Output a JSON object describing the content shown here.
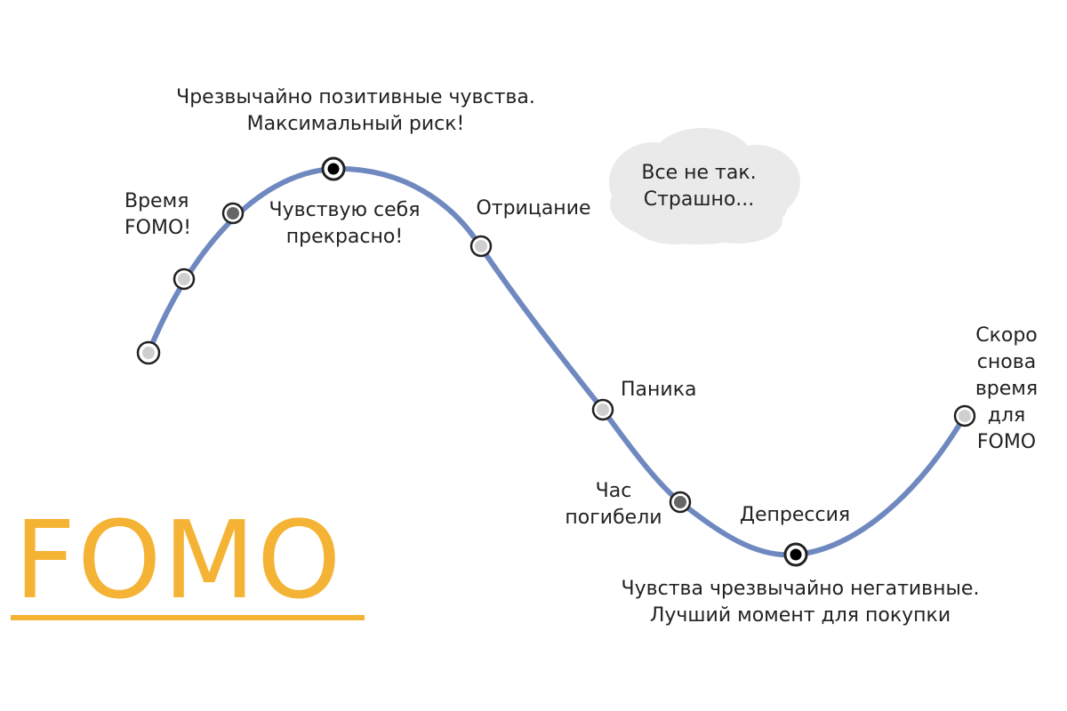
{
  "labels": {
    "peak_top": [
      "Чрезвычайно позитивные чувства.",
      "Максимальный риск!"
    ],
    "fomo_time": [
      "Время",
      "FOMO!"
    ],
    "feel_great": [
      "Чувствую себя",
      "прекрасно!"
    ],
    "denial": "Отрицание",
    "panic": "Паника",
    "doom": [
      "Час",
      "погибели"
    ],
    "depression": "Депрессия",
    "bottom": [
      "Чувства чрезвычайно негативные.",
      "Лучший момент для покупки"
    ],
    "soon": [
      "Скоро",
      "снова",
      "время",
      "для",
      "FOMO"
    ]
  },
  "cloud": {
    "text": [
      "Все не так.",
      "Страшно..."
    ]
  },
  "title": "FOMO",
  "colors": {
    "curve": "#6f89c0",
    "accent": "#f5b335",
    "cloud": "#eaeaea",
    "marker_fill_light": "#cfcfcf",
    "marker_fill_dark": "#666666",
    "marker_fill_key": "#000000"
  },
  "markers": [
    {
      "name": "start",
      "style": "light"
    },
    {
      "name": "rise",
      "style": "light"
    },
    {
      "name": "fomo-time",
      "style": "dark"
    },
    {
      "name": "peak",
      "style": "key"
    },
    {
      "name": "denial",
      "style": "light"
    },
    {
      "name": "panic",
      "style": "light"
    },
    {
      "name": "doom",
      "style": "dark"
    },
    {
      "name": "depression",
      "style": "key"
    },
    {
      "name": "soon-fomo",
      "style": "light"
    }
  ]
}
